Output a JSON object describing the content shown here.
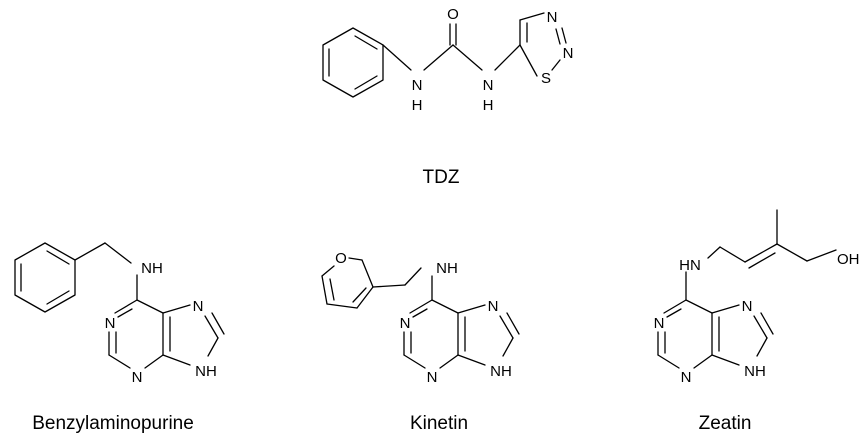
{
  "compounds": {
    "tdz": {
      "name": "TDZ",
      "atoms": {
        "o": "O",
        "n1": "N",
        "h1": "H",
        "n2": "N",
        "h2": "H",
        "n3": "N",
        "n4": "N",
        "s": "S"
      }
    },
    "bap": {
      "name": "Benzylaminopurine",
      "atoms": {
        "nh": "NH",
        "n1": "N",
        "n3": "N",
        "n7": "N",
        "n9h": "NH"
      }
    },
    "kinetin": {
      "name": "Kinetin",
      "atoms": {
        "o": "O",
        "nh": "NH",
        "n1": "N",
        "n3": "N",
        "n7": "N",
        "n9h": "NH"
      }
    },
    "zeatin": {
      "name": "Zeatin",
      "atoms": {
        "hn": "HN",
        "oh": "OH",
        "n1": "N",
        "n3": "N",
        "n7": "N",
        "n9h": "NH"
      }
    }
  }
}
